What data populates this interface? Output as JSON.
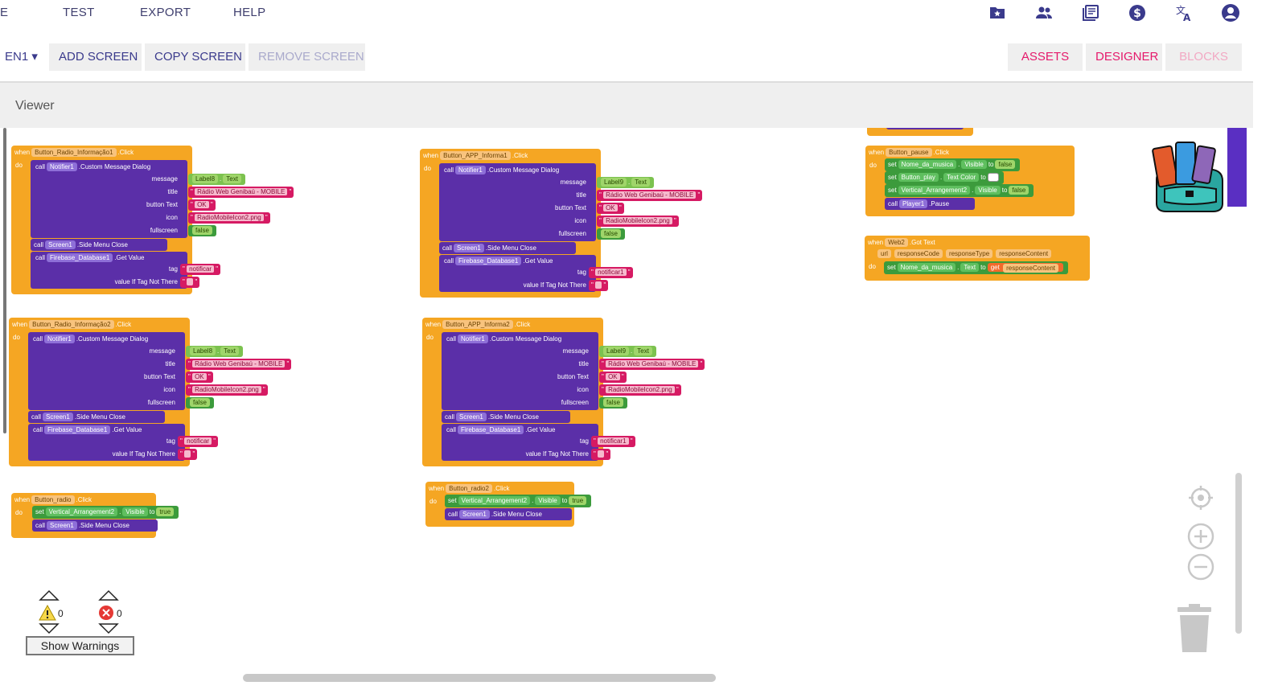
{
  "menu": {
    "partial_first": "E",
    "test": "TEST",
    "export": "EXPORT",
    "help": "HELP"
  },
  "top_icons": [
    "my-projects-folder-star-icon",
    "users-icon",
    "gallery-icon",
    "dollar-icon",
    "translate-icon",
    "account-icon"
  ],
  "toolbar": {
    "screen_selector": "EN1 ▾",
    "add_screen": "ADD SCREEN",
    "copy_screen": "COPY SCREEN",
    "remove_screen": "REMOVE SCREEN",
    "assets": "ASSETS",
    "designer": "DESIGNER",
    "blocks": "BLOCKS"
  },
  "viewer": {
    "label": "Viewer"
  },
  "blocks": {
    "b1": {
      "when": "when",
      "component": "Button_Radio_Informação1",
      "event": ".Click",
      "do": "do",
      "call": "call",
      "notifier": "Notifier1",
      "method": ".Custom Message Dialog",
      "message": "message",
      "label": "Label8",
      "text_prop": "Text",
      "title": "title",
      "title_val": "Rádio Web Genibaú - MOBILE",
      "button_text": "button Text",
      "ok": "OK",
      "icon": "icon",
      "icon_val": "RadioMobileIcon2.png",
      "fullscreen": "fullscreen",
      "false": "false",
      "screen": "Screen1",
      "side_menu": ".Side Menu Close",
      "firebase": "Firebase_Database1",
      "get_value": ".Get Value",
      "tag": "tag",
      "tag_val": "notificar",
      "value_if": "value If Tag Not There"
    },
    "b2": {
      "when": "when",
      "component": "Button_APP_Informa1",
      "event": ".Click",
      "do": "do",
      "call": "call",
      "notifier": "Notifier1",
      "method": ".Custom Message Dialog",
      "message": "message",
      "label": "Label9",
      "text_prop": "Text",
      "title": "title",
      "title_val": "Rádio Web Genibaú - MOBILE",
      "button_text": "button Text",
      "ok": "OK",
      "icon": "icon",
      "icon_val": "RadioMobileIcon2.png",
      "fullscreen": "fullscreen",
      "false": "false",
      "screen": "Screen1",
      "side_menu": ".Side Menu Close",
      "firebase": "Firebase_Database1",
      "get_value": ".Get Value",
      "tag": "tag",
      "tag_val": "notificar1",
      "value_if": "value If Tag Not There"
    },
    "b3": {
      "when": "when",
      "component": "Button_Radio_Informação2",
      "event": ".Click",
      "do": "do",
      "call": "call",
      "notifier": "Notifier1",
      "method": ".Custom Message Dialog",
      "message": "message",
      "label": "Label8",
      "text_prop": "Text",
      "title": "title",
      "title_val": "Rádio Web Genibaú - MOBILE",
      "button_text": "button Text",
      "ok": "OK",
      "icon": "icon",
      "icon_val": "RadioMobileIcon2.png",
      "fullscreen": "fullscreen",
      "false": "false",
      "screen": "Screen1",
      "side_menu": ".Side Menu Close",
      "firebase": "Firebase_Database1",
      "get_value": ".Get Value",
      "tag": "tag",
      "tag_val": "notificar",
      "value_if": "value If Tag Not There"
    },
    "b4": {
      "when": "when",
      "component": "Button_APP_Informa2",
      "event": ".Click",
      "do": "do",
      "call": "call",
      "notifier": "Notifier1",
      "method": ".Custom Message Dialog",
      "message": "message",
      "label": "Label9",
      "text_prop": "Text",
      "title": "title",
      "title_val": "Rádio Web Genibaú - MOBILE",
      "button_text": "button Text",
      "ok": "OK",
      "icon": "icon",
      "icon_val": "RadioMobileIcon2.png",
      "fullscreen": "fullscreen",
      "false": "false",
      "screen": "Screen1",
      "side_menu": ".Side Menu Close",
      "firebase": "Firebase_Database1",
      "get_value": ".Get Value",
      "tag": "tag",
      "tag_val": "notificar1",
      "value_if": "value If Tag Not There"
    },
    "b5": {
      "when": "when",
      "component": "Button_radio",
      "event": ".Click",
      "do": "do",
      "set": "set",
      "target": "Vertical_Arrangement2",
      "prop": "Visible",
      "to": "to",
      "val": "true",
      "call": "call",
      "screen": "Screen1",
      "side_menu": ".Side Menu Close"
    },
    "b6": {
      "when": "when",
      "component": "Button_radio2",
      "event": ".Click",
      "do": "do",
      "set": "set",
      "target": "Vertical_Arrangement2",
      "prop": "Visible",
      "to": "to",
      "val": "true",
      "call": "call",
      "screen": "Screen1",
      "side_menu": ".Side Menu Close"
    },
    "b7": {
      "when": "when",
      "component": "Button_pause",
      "event": ".Click",
      "do": "do",
      "set": "set",
      "t1": "Nome_da_musica",
      "p1": "Visible",
      "to": "to",
      "v1": "false",
      "t2": "Button_play",
      "p2": "Text Color",
      "t3": "Vertical_Arrangement2",
      "p3": "Visible",
      "v3": "false",
      "call": "call",
      "player": "Player1",
      "pause": ".Pause"
    },
    "b8": {
      "when": "when",
      "component": "Web2",
      "event": ".Got Text",
      "do": "do",
      "url": "url",
      "rc": "responseCode",
      "rt": "responseType",
      "rcont": "responseContent",
      "set": "set",
      "target": "Nome_da_musica",
      "prop": "Text",
      "to": "to",
      "get": "get",
      "get_val": "responseContent"
    }
  },
  "warnings": {
    "warn_count": "0",
    "error_count": "0",
    "show_warnings": "Show Warnings"
  },
  "colors": {
    "event": "#f5a623",
    "procedure": "#5b2fa8",
    "string": "#d61a63",
    "setter": "#3c9b3c",
    "accent_pink": "#e5196b"
  }
}
